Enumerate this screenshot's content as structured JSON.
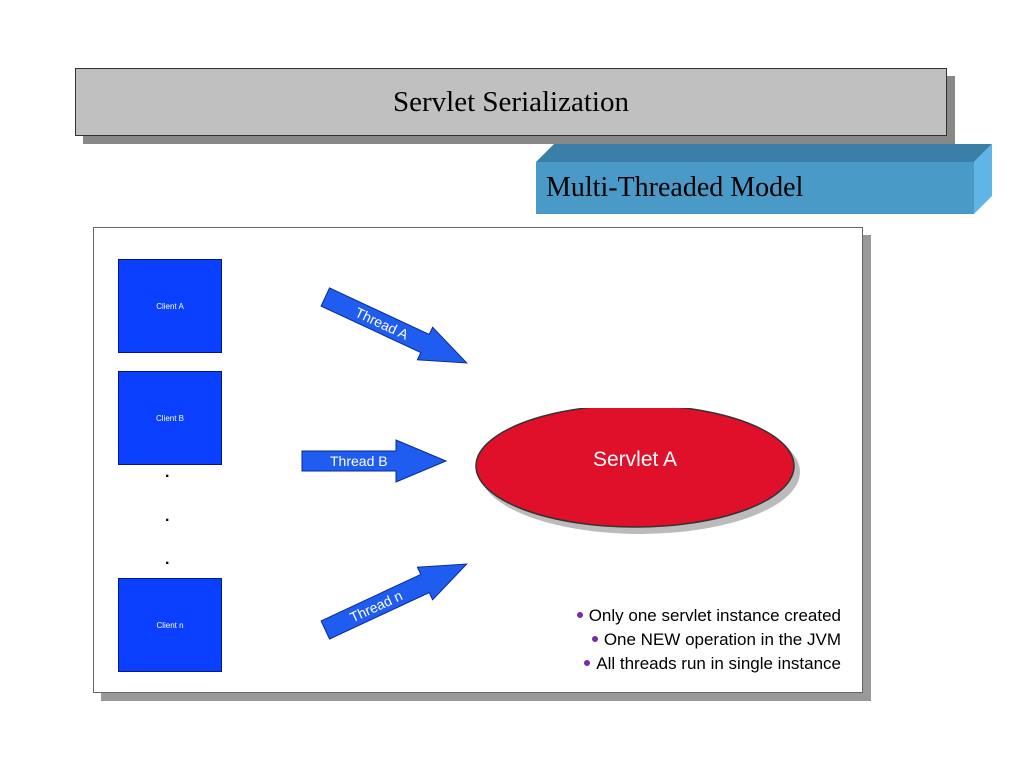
{
  "slide": {
    "title": "Servlet Serialization",
    "subtitle": "Multi-Threaded Model"
  },
  "diagram": {
    "clients": [
      {
        "label": "Client A"
      },
      {
        "label": "Client B"
      },
      {
        "label": "Client n"
      }
    ],
    "ellipsis_dots": [
      ".",
      ".",
      "."
    ],
    "threads": [
      {
        "label": "Thread A"
      },
      {
        "label": "Thread B"
      },
      {
        "label": "Thread n"
      }
    ],
    "servlet": {
      "label": "Servlet A"
    },
    "bullets": [
      "Only one servlet instance created",
      "One NEW operation in the JVM",
      "All threads run in single instance"
    ]
  },
  "colors": {
    "title_bg": "#c0c0c0",
    "subtitle_bar": "#4a9ac8",
    "client_blue": "#0a3fff",
    "arrow_blue": "#1f5cf0",
    "servlet_red": "#e0102a",
    "bullet_purple": "#7a2aa8"
  }
}
